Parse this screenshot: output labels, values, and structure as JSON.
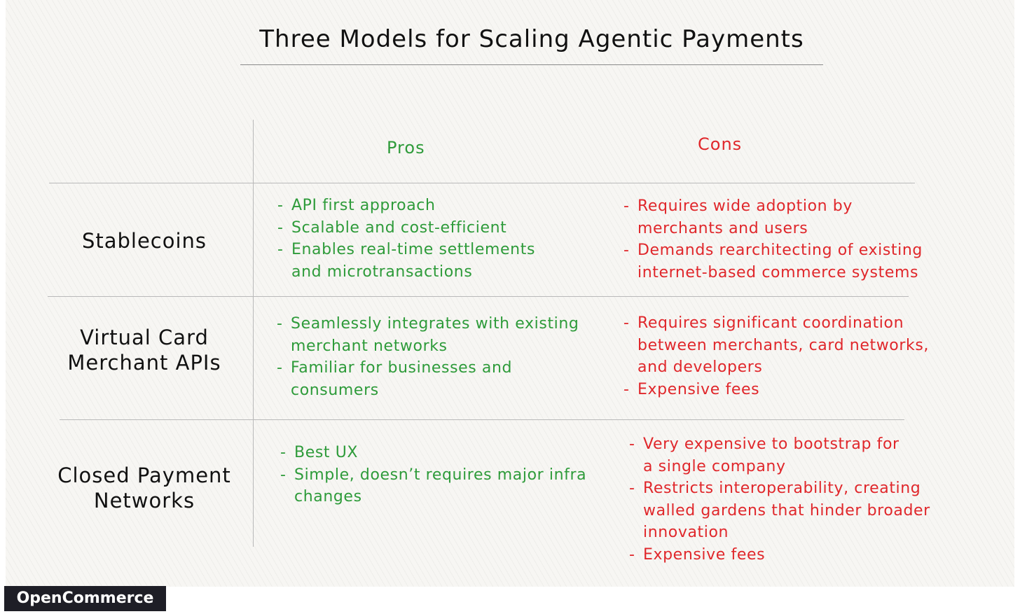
{
  "title": "Three Models for Scaling Agentic Payments",
  "columns": {
    "pros": "Pros",
    "cons": "Cons"
  },
  "rows": [
    {
      "label_lines": [
        "Stablecoins"
      ],
      "pros": [
        "API first approach",
        "Scalable and cost-efficient",
        "Enables real-time settlements and microtransactions"
      ],
      "cons": [
        "Requires wide adoption by merchants and users",
        "Demands rearchitecting of existing internet-based commerce systems"
      ]
    },
    {
      "label_lines": [
        "Virtual Card",
        "Merchant APIs"
      ],
      "pros": [
        "Seamlessly integrates with existing merchant networks",
        "Familiar for businesses and consumers"
      ],
      "cons": [
        "Requires significant coordination between merchants, card networks, and developers",
        "Expensive fees"
      ]
    },
    {
      "label_lines": [
        "Closed Payment",
        "Networks"
      ],
      "pros": [
        "Best UX",
        "Simple, doesn’t requires major infra changes"
      ],
      "cons": [
        "Very expensive to bootstrap for a single company",
        "Restricts interoperability,  creating walled gardens that hinder broader innovation",
        "Expensive fees"
      ]
    }
  ],
  "brand": "OpenCommerce",
  "colors": {
    "pros": "#2e9b3a",
    "cons": "#e0272b",
    "text": "#111111",
    "brand_bg": "#1e1e26"
  }
}
